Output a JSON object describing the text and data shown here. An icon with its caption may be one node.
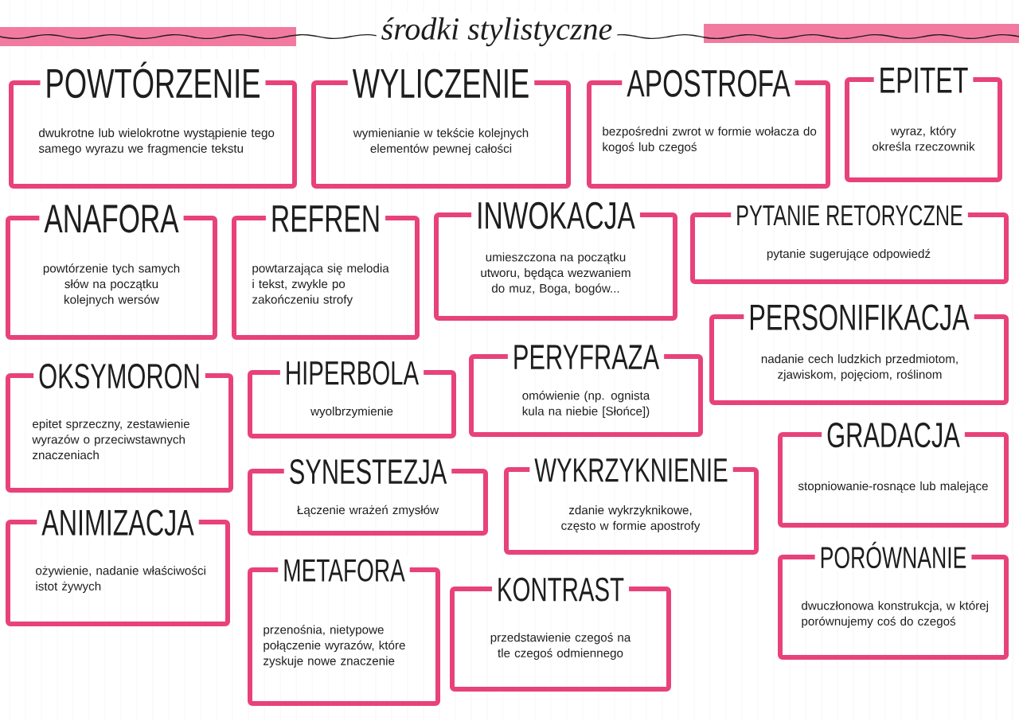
{
  "diagram": {
    "title": "środki stylistyczne",
    "nodes": [
      {
        "text": [
          "POWTÓRZENIE",
          "dwukrotne lub wielokrotne wystąpienie tego samego wyrazu we fragmencie tekstu"
        ]
      },
      {
        "text": [
          "WYLICZENIE",
          "wymienianie w tekście kolejnych elementów pewnej całości"
        ]
      },
      {
        "text": [
          "APOSTROFA",
          "bezpośredni zwrot w formie wołacza do kogoś lub czegoś"
        ]
      },
      {
        "text": [
          "EPITET",
          "wyraz, który określa rzeczownik"
        ]
      },
      {
        "text": [
          "ANAFORA",
          "powtórzenie tych samych słów na początku kolejnych wersów"
        ]
      },
      {
        "text": [
          "REFREN",
          "powtarzająca się melodia i tekst, zwykle po zakończeniu strofy"
        ]
      },
      {
        "text": [
          "INWOKACJA",
          "umieszczona na początku utworu, będąca wezwaniem do muz, Boga, bogów..."
        ]
      },
      {
        "text": [
          "PYTANIE RETORYCZNE",
          "pytanie sugerujące odpowiedź"
        ]
      },
      {
        "text": [
          "PERSONIFIKACJA",
          "nadanie cech ludzkich przedmiotom, zjawiskom, pojęciom, roślinom"
        ]
      },
      {
        "text": [
          "OKSYMORON",
          "epitet sprzeczny, zestawienie wyrazów o przeciwstawnych znaczeniach"
        ]
      },
      {
        "text": [
          "HIPERBOLA",
          "wyolbrzymienie"
        ]
      },
      {
        "text": [
          "PERYFRAZA",
          "omówienie (np. ognista kula na niebie [Słońce])"
        ]
      },
      {
        "text": [
          "GRADACJA",
          "stopniowanie-rosnące lub malejące"
        ]
      },
      {
        "text": [
          "SYNESTEZJA",
          "Łączenie wrażeń zmysłów"
        ]
      },
      {
        "text": [
          "WYKRZYKNIENIE",
          "zdanie wykrzyknikowe, często w formie apostrofy"
        ]
      },
      {
        "text": [
          "ANIMIZACJA",
          "ożywienie, nadanie właściwości istot żywych"
        ]
      },
      {
        "text": [
          "METAFORA",
          "przenośnia, nietypowe połączenie wyrazów, które zyskuje nowe znaczenie"
        ]
      },
      {
        "text": [
          "KONTRAST",
          "przedstawienie czegoś na tle czegoś odmiennego"
        ]
      },
      {
        "text": [
          "PORÓWNANIE",
          "dwuczłonowa konstrukcja, w której porównujemy coś do czegoś"
        ]
      }
    ]
  }
}
